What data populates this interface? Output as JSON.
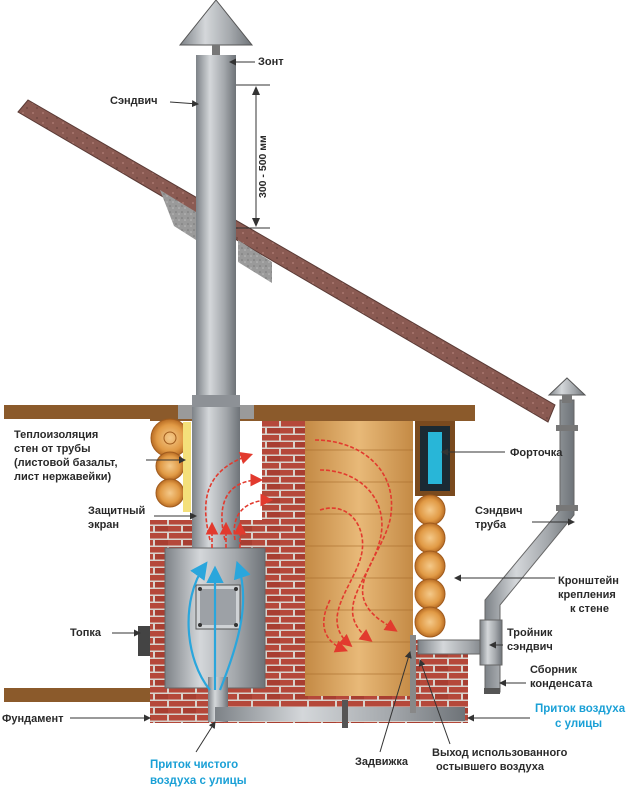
{
  "labels": {
    "zont": "Зонт",
    "sandwich_top": "Сэндвич",
    "dimension": "300 - 500 мм",
    "insulation": [
      "Теплоизоляция",
      "стен от трубы",
      "(листовой базальт,",
      "лист нержавейки)"
    ],
    "fortochka": "Форточка",
    "screen": [
      "Защитный",
      "экран"
    ],
    "sandwich_pipe": [
      "Сэндвич",
      "труба"
    ],
    "bracket": [
      "Кронштейн",
      "крепления",
      "к стене"
    ],
    "topka": "Топка",
    "tee": [
      "Тройник",
      "сэндвич"
    ],
    "condensate": [
      "Сборник",
      "конденсата"
    ],
    "foundation": "Фундамент",
    "inflow_street": [
      "Приток воздуха",
      "с улицы"
    ],
    "inflow_clean": [
      "Приток чистого",
      "воздуха с улицы"
    ],
    "damper": "Задвижка",
    "exhaust": [
      "Выход использованного",
      "остывшего воздуха"
    ]
  },
  "colors": {
    "blue_label": "#1aa0d6",
    "hot_air": "#e23a2e",
    "cold_air": "#2aa6dc",
    "pipe": "#a9adb1",
    "brick": "#b5483a",
    "wood": "#d9a05a",
    "roof": "#8a5a52"
  }
}
